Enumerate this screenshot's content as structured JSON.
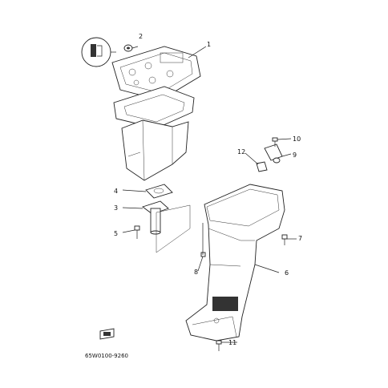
{
  "diagram": {
    "callouts": [
      "1",
      "2",
      "3",
      "4",
      "5",
      "6",
      "7",
      "8",
      "9",
      "10",
      "11",
      "12"
    ],
    "part_code": "65W0100-9260"
  }
}
